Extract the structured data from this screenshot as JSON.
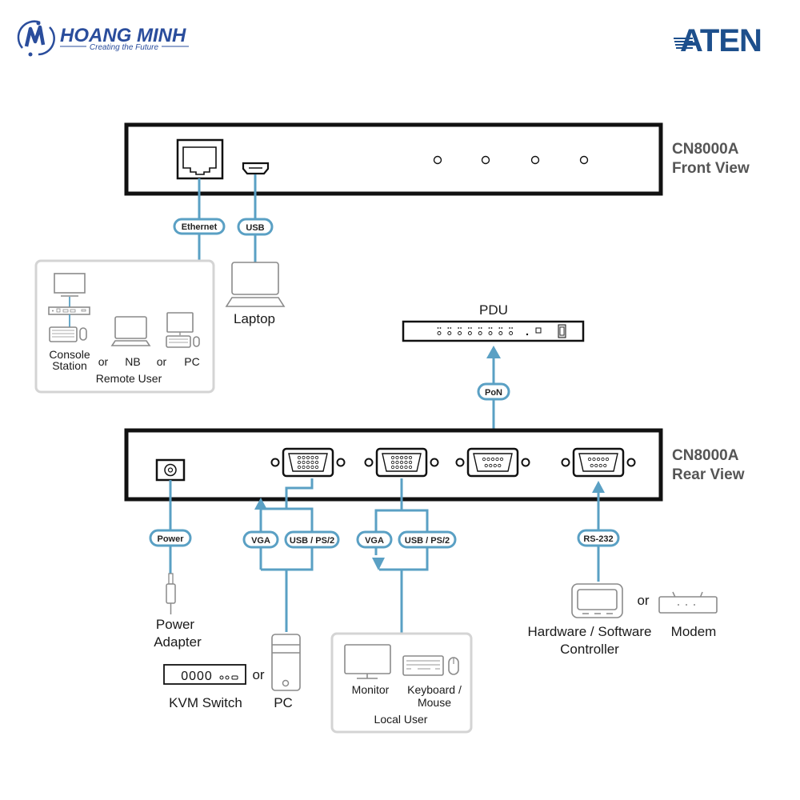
{
  "branding": {
    "left_logo_name": "HOANG MINH",
    "left_logo_tagline": "Creating the Future",
    "right_logo_name": "ATEN"
  },
  "colors": {
    "wire": "#5aa0c4",
    "brand_blue": "#2a4d9c",
    "aten_blue": "#1d4f8c",
    "device_outline": "#111111",
    "icon_gray": "#8a8a8a",
    "group_border": "#d4d4d4",
    "title_gray": "#555555"
  },
  "front_view": {
    "model": "CN8000A",
    "view": "Front View",
    "led_count": 4,
    "ports": [
      "Ethernet",
      "USB"
    ]
  },
  "rear_view": {
    "model": "CN8000A",
    "view": "Rear View"
  },
  "connections": {
    "ethernet": "Ethernet",
    "usb": "USB",
    "pon": "PoN",
    "power": "Power",
    "vga_1": "VGA",
    "usb_ps2_1": "USB / PS/2",
    "vga_2": "VGA",
    "usb_ps2_2": "USB / PS/2",
    "rs232": "RS-232"
  },
  "devices": {
    "laptop": "Laptop",
    "pdu": "PDU",
    "power_adapter_line1": "Power",
    "power_adapter_line2": "Adapter",
    "kvm_switch": "KVM Switch",
    "kvm_display": "0000",
    "pc": "PC",
    "or": "or",
    "hw_controller_line1": "Hardware / Software",
    "hw_controller_line2": "Controller",
    "modem": "Modem"
  },
  "remote_user_group": {
    "title": "Remote User",
    "console_line1": "Console",
    "console_line2": "Station",
    "nb": "NB",
    "pc": "PC",
    "or": "or"
  },
  "local_user_group": {
    "title": "Local User",
    "monitor": "Monitor",
    "keyboard_line1": "Keyboard /",
    "keyboard_line2": "Mouse"
  }
}
